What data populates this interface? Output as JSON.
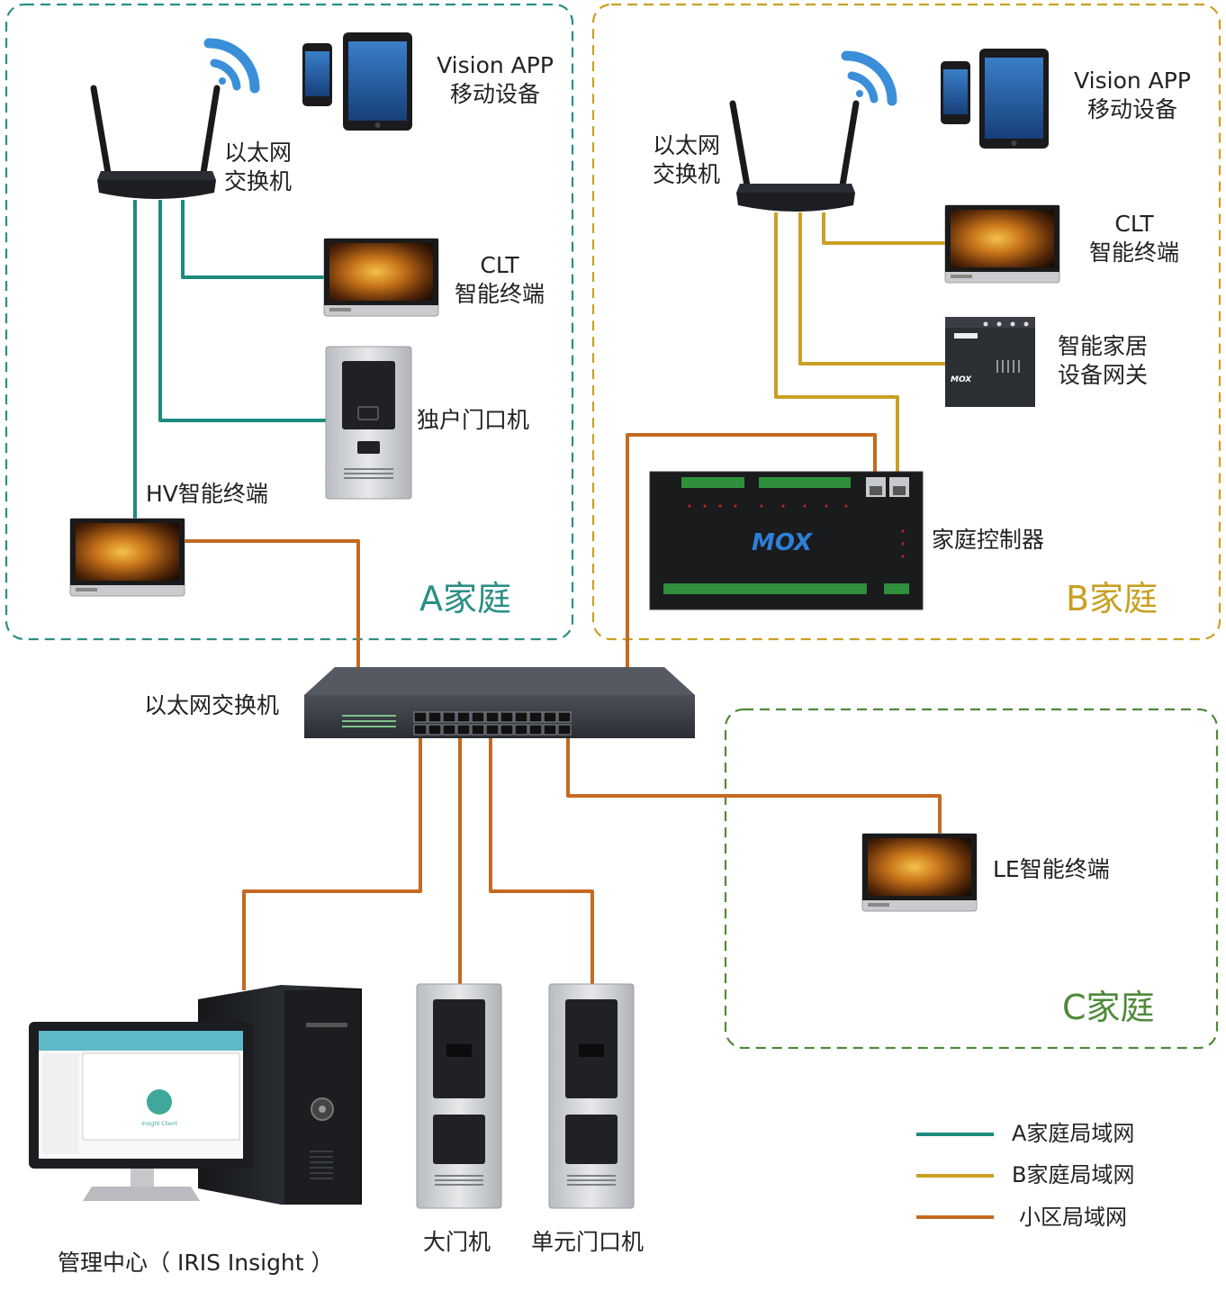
{
  "colors": {
    "a_network": "#1e8a7c",
    "b_network": "#c9a023",
    "community_network": "#c46a22",
    "zone_a_border": "#2a8f86",
    "zone_b_border": "#c9a023",
    "zone_c_border": "#4f8a3a"
  },
  "zones": {
    "a": {
      "title": "A家庭"
    },
    "b": {
      "title": "B家庭"
    },
    "c": {
      "title": "C家庭"
    }
  },
  "labels": {
    "a_vision_app": "Vision APP",
    "a_mobile": "移动设备",
    "a_router_line1": "以太网",
    "a_router_line2": "交换机",
    "a_clt_line1": "CLT",
    "a_clt_line2": "智能终端",
    "a_door_station": "独户门口机",
    "a_hv_terminal": "HV智能终端",
    "b_vision_app": "Vision APP",
    "b_mobile": "移动设备",
    "b_router_line1": "以太网",
    "b_router_line2": "交换机",
    "b_clt_line1": "CLT",
    "b_clt_line2": "智能终端",
    "b_gateway_line1": "智能家居",
    "b_gateway_line2": "设备网关",
    "b_controller": "家庭控制器",
    "main_switch": "以太网交换机",
    "c_le_terminal": "LE智能终端",
    "management_center": "管理中心（ IRIS Insight ）",
    "gate_station": "大门机",
    "unit_station": "单元门口机",
    "controller_brand": "MOX",
    "gateway_brand": "MOX",
    "software_name": "Insight Client"
  },
  "legend": [
    {
      "label": "A家庭局域网",
      "color": "#1e8a7c"
    },
    {
      "label": "B家庭局域网",
      "color": "#c9a023"
    },
    {
      "label": "小区局域网",
      "color": "#c46a22"
    }
  ]
}
